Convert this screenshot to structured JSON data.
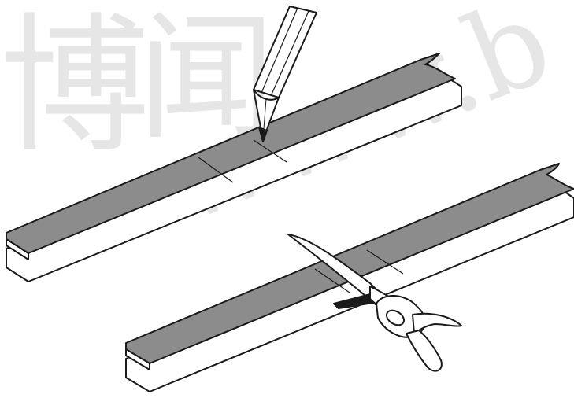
{
  "watermark": {
    "glyph_1": "博",
    "glyph_2": "闻",
    "text": "www.b"
  },
  "colors": {
    "strip_fill": "#8c8c8c",
    "backing_fill": "#ffffff",
    "outline": "#1a1a1a",
    "watermark": "#e6e6e6"
  },
  "icons": {
    "pencil": "pencil-icon",
    "scissors": "scissors-icon"
  },
  "steps": [
    {
      "action": "mark",
      "tool": "pencil"
    },
    {
      "action": "cut",
      "tool": "scissors"
    }
  ]
}
